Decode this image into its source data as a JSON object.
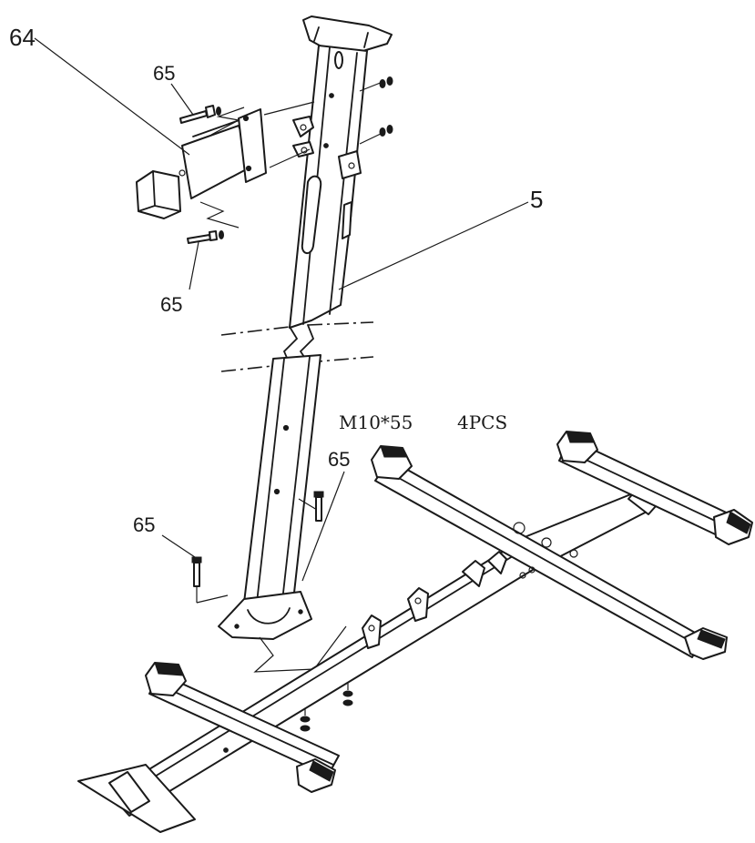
{
  "callouts": {
    "part_64": "64",
    "part_5": "5",
    "bolt_top": "65",
    "bolt_mid": "65",
    "bolt_base_right": "65",
    "bolt_base_left": "65"
  },
  "spec": {
    "bolt_size": "M10*55",
    "quantity": "4PCS"
  },
  "colors": {
    "line": "#1a1a1a",
    "background": "#ffffff"
  }
}
